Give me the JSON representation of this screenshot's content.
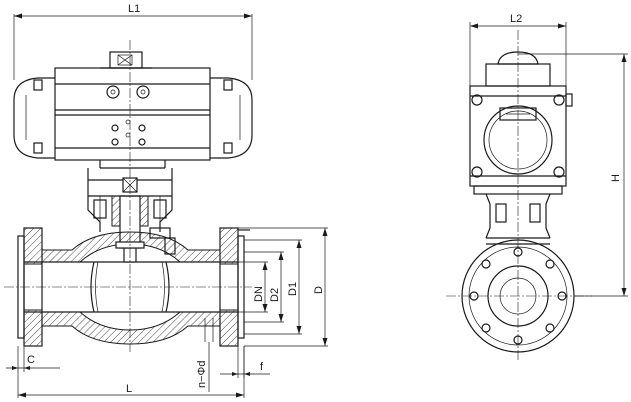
{
  "labels": {
    "L1": "L1",
    "L2": "L2",
    "H": "H",
    "DN": "DN",
    "D2": "D2",
    "D1": "D1",
    "D": "D",
    "C": "C",
    "L": "L",
    "nd": "n−Φd",
    "f": "f"
  }
}
